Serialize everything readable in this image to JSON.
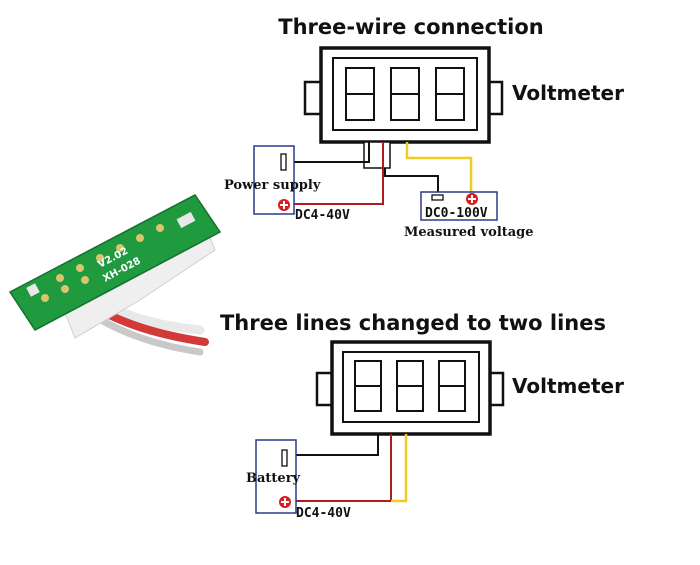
{
  "top": {
    "title": "Three-wire connection",
    "voltmeter_label": "Voltmeter",
    "supply_label": "Power supply",
    "supply_voltage": "DC4-40V",
    "measured_voltage": "DC0-100V",
    "measured_label": "Measured voltage"
  },
  "bottom": {
    "title": "Three lines changed to two lines",
    "voltmeter_label": "Voltmeter",
    "battery_label": "Battery",
    "supply_voltage": "DC4-40V"
  },
  "pcb": {
    "version": "V2.02",
    "model": "XH-028"
  },
  "colors": {
    "wire_black": "#111111",
    "wire_red": "#b01c1c",
    "wire_yellow": "#f2cc1c",
    "box_blue": "#2a3a8c",
    "plus_red": "#d81e1e",
    "pcb_green": "#1f9a3e"
  }
}
